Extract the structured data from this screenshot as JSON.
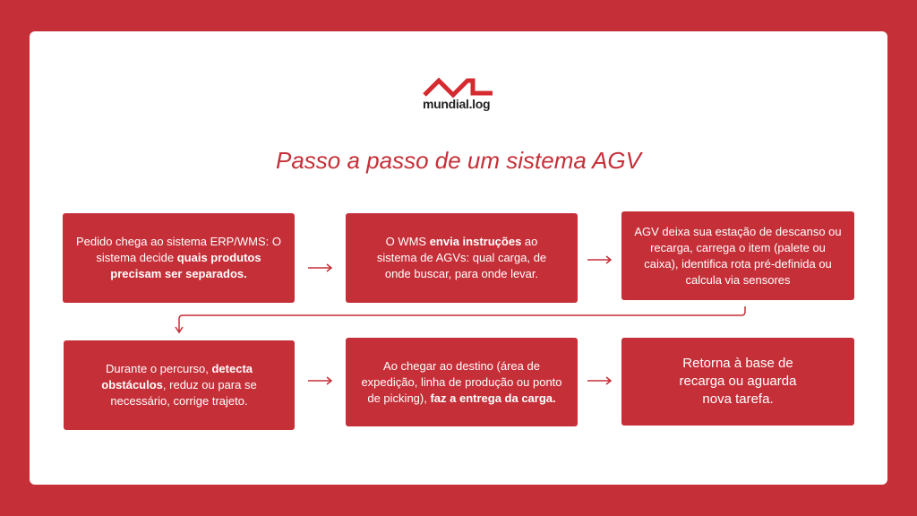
{
  "logo": {
    "text": "mundial.log"
  },
  "title": "Passo a passo de um sistema AGV",
  "steps": [
    {
      "parts": [
        {
          "t": "Pedido chega ao sistema ERP/WMS: O sistema decide "
        },
        {
          "t": "quais produtos precisam ser separados.",
          "b": true
        }
      ]
    },
    {
      "parts": [
        {
          "t": "O WMS "
        },
        {
          "t": "envia instruções",
          "b": true
        },
        {
          "t": " ao sistema de AGVs: qual carga, de onde buscar, para onde levar."
        }
      ]
    },
    {
      "parts": [
        {
          "t": "AGV deixa sua estação de descanso ou recarga, carrega o item (palete ou caixa), identifica rota pré-definida ou calcula via sensores"
        }
      ]
    },
    {
      "parts": [
        {
          "t": "Durante o percurso, "
        },
        {
          "t": "detecta obstáculos",
          "b": true
        },
        {
          "t": ", reduz ou para se necessário, corrige trajeto."
        }
      ]
    },
    {
      "parts": [
        {
          "t": "Ao chegar ao destino (área de expedição, linha de produção ou ponto de picking), "
        },
        {
          "t": "faz a entrega da carga.",
          "b": true
        }
      ]
    },
    {
      "parts": [
        {
          "t": "Retorna à base de recarga ou aguarda nova tarefa."
        }
      ]
    }
  ]
}
